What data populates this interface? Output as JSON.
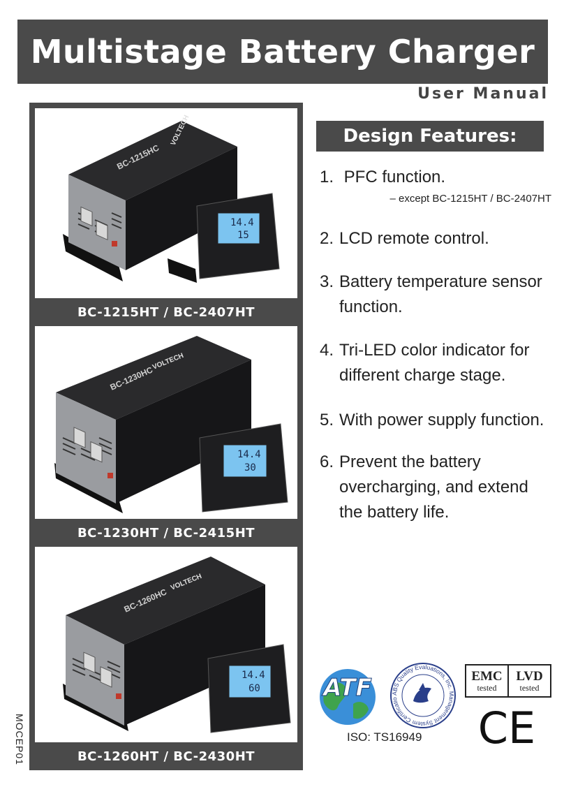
{
  "header": {
    "title": "Multistage Battery Charger",
    "subtitle": "User Manual"
  },
  "products": [
    {
      "caption": "BC-1215HT / BC-2407HT",
      "case_label": "BC-1215HC",
      "brand": "VOLTECH",
      "lcd_top": "14.4",
      "lcd_bottom": "15"
    },
    {
      "caption": "BC-1230HT / BC-2415HT",
      "case_label": "BC-1230HC",
      "brand": "VOLTECH",
      "lcd_top": "14.4",
      "lcd_bottom": "30"
    },
    {
      "caption": "BC-1260HT / BC-2430HT",
      "case_label": "BC-1260HC",
      "brand": "VOLTECH",
      "lcd_top": "14.4",
      "lcd_bottom": "60"
    }
  ],
  "side_code": "MOCEP01",
  "design_features": {
    "heading": "Design Features:",
    "items": [
      {
        "num": "1.",
        "lines": [
          "PFC function."
        ],
        "note": "– except BC-1215HT / BC-2407HT"
      },
      {
        "num": "2.",
        "lines": [
          "LCD remote control."
        ]
      },
      {
        "num": "3.",
        "lines": [
          "Battery temperature sensor",
          "function."
        ]
      },
      {
        "num": "4.",
        "lines": [
          "Tri-LED color indicator for",
          "different charge stage."
        ]
      },
      {
        "num": "5.",
        "lines": [
          "With power supply function."
        ]
      },
      {
        "num": "6.",
        "lines": [
          "Prevent the battery",
          "overcharging, and extend",
          "the battery life."
        ]
      }
    ]
  },
  "certifications": {
    "atf_logo": "ATF",
    "abs_ring_text": "ABS Quality Evaluations, Inc. Management System Certification",
    "iso_label": "ISO: TS16949",
    "emc": {
      "main": "EMC",
      "sub": "tested"
    },
    "lvd": {
      "main": "LVD",
      "sub": "tested"
    },
    "ce_mark": "CE"
  },
  "colors": {
    "panel": "#4a4a4a",
    "lcd": "#7cc4f0",
    "charger_body": "#1c1c1e"
  }
}
